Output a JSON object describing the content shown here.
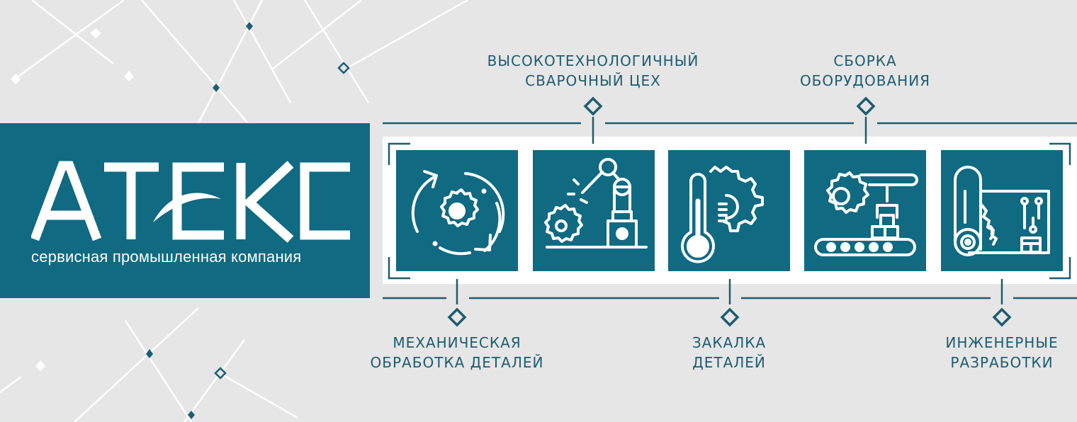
{
  "brand": {
    "name": "АТЕКС",
    "tagline": "сервисная промышленная компания",
    "colors": {
      "primary": "#106a82",
      "text_dark": "#1d5c70",
      "background": "#e6e6e6",
      "strip": "#ffffff"
    }
  },
  "services": [
    {
      "icon": "gear-cycle-icon",
      "line1": "МЕХАНИЧЕСКАЯ",
      "line2": "ОБРАБОТКА ДЕТАЛЕЙ",
      "position": "bottom"
    },
    {
      "icon": "welding-robot-icon",
      "line1": "ВЫСОКОТЕХНОЛОГИЧНЫЙ",
      "line2": "СВАРОЧНЫЙ ЦЕХ",
      "position": "top"
    },
    {
      "icon": "thermometer-gear-icon",
      "line1": "ЗАКАЛКА",
      "line2": "ДЕТАЛЕЙ",
      "position": "bottom"
    },
    {
      "icon": "assembly-conveyor-icon",
      "line1": "СБОРКА",
      "line2": "ОБОРУДОВАНИЯ",
      "position": "top"
    },
    {
      "icon": "blueprint-gear-icon",
      "line1": "ИНЖЕНЕРНЫЕ",
      "line2": "РАЗРАБОТКИ",
      "position": "bottom"
    }
  ]
}
